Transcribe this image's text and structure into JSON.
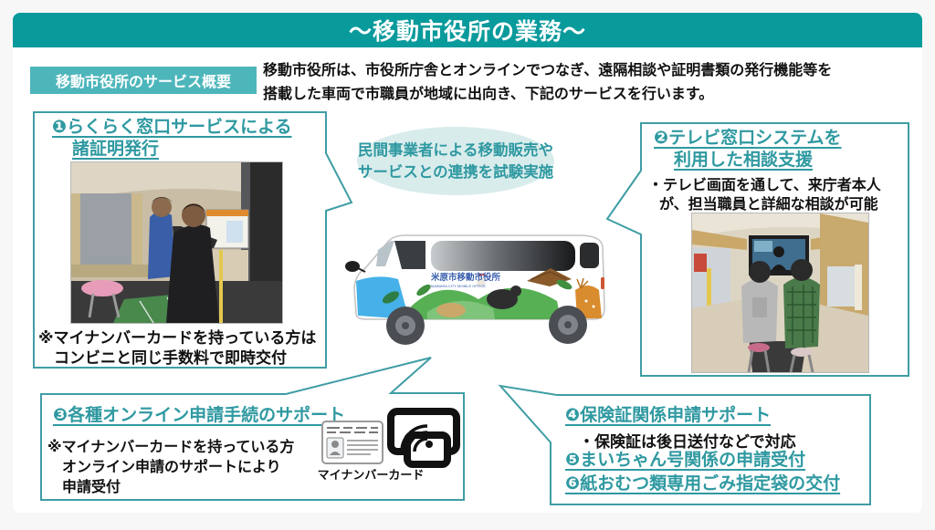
{
  "slide": {
    "title": "～移動市役所の業務～",
    "overview_label": "移動市役所のサービス概要",
    "overview_text_line1": "移動市役所は、市役所庁舎とオンラインでつなぎ、遠隔相談や証明書類の発行機能等を",
    "overview_text_line2": "搭載した車両で市職員が地域に出向き、下記のサービスを行います。"
  },
  "bubble": {
    "line1": "民間事業者による移動販売や",
    "line2": "サービスとの連携を試験実施"
  },
  "van": {
    "label_jp": "米原市移動市役所",
    "label_en": "MAIBARA CITY MOBILE OFFICE"
  },
  "service1": {
    "title_line1": "❶らくらく窓口サービスによる",
    "title_line2": "諸証明発行",
    "note_line1": "※マイナンバーカードを持っている方は",
    "note_line2": "コンビニと同じ手数料で即時交付"
  },
  "service2": {
    "title_line1": "❷テレビ窓口システムを",
    "title_line2": "利用した相談支援",
    "desc_line1": "・テレビ画面を通して、来庁者本人",
    "desc_line2": "が、担当職員と詳細な相談が可能"
  },
  "service3": {
    "title": "❸各種オンライン申請手続のサポート",
    "note_line1": "※マイナンバーカードを持っている方",
    "note_line2": "オンライン申請のサポートにより",
    "note_line3": "申請受付",
    "icon_caption": "マイナンバーカード"
  },
  "service4": {
    "item1": "❹保険証関係申請サポート",
    "item1_note": "・保険証は後日送付などで対応",
    "item2": "❺まいちゃん号関係の申請受付",
    "item3": "❻紙おむつ類専用ごみ指定袋の交付"
  },
  "colors": {
    "banner_teal": "#099a9c",
    "label_teal": "#4db6bb",
    "box_border_teal": "#3f9da4",
    "heading_teal": "#2f99a1",
    "bubble_bg": "#d9ecec",
    "page_bg": "#f7f7f7",
    "text_black": "#111111"
  }
}
